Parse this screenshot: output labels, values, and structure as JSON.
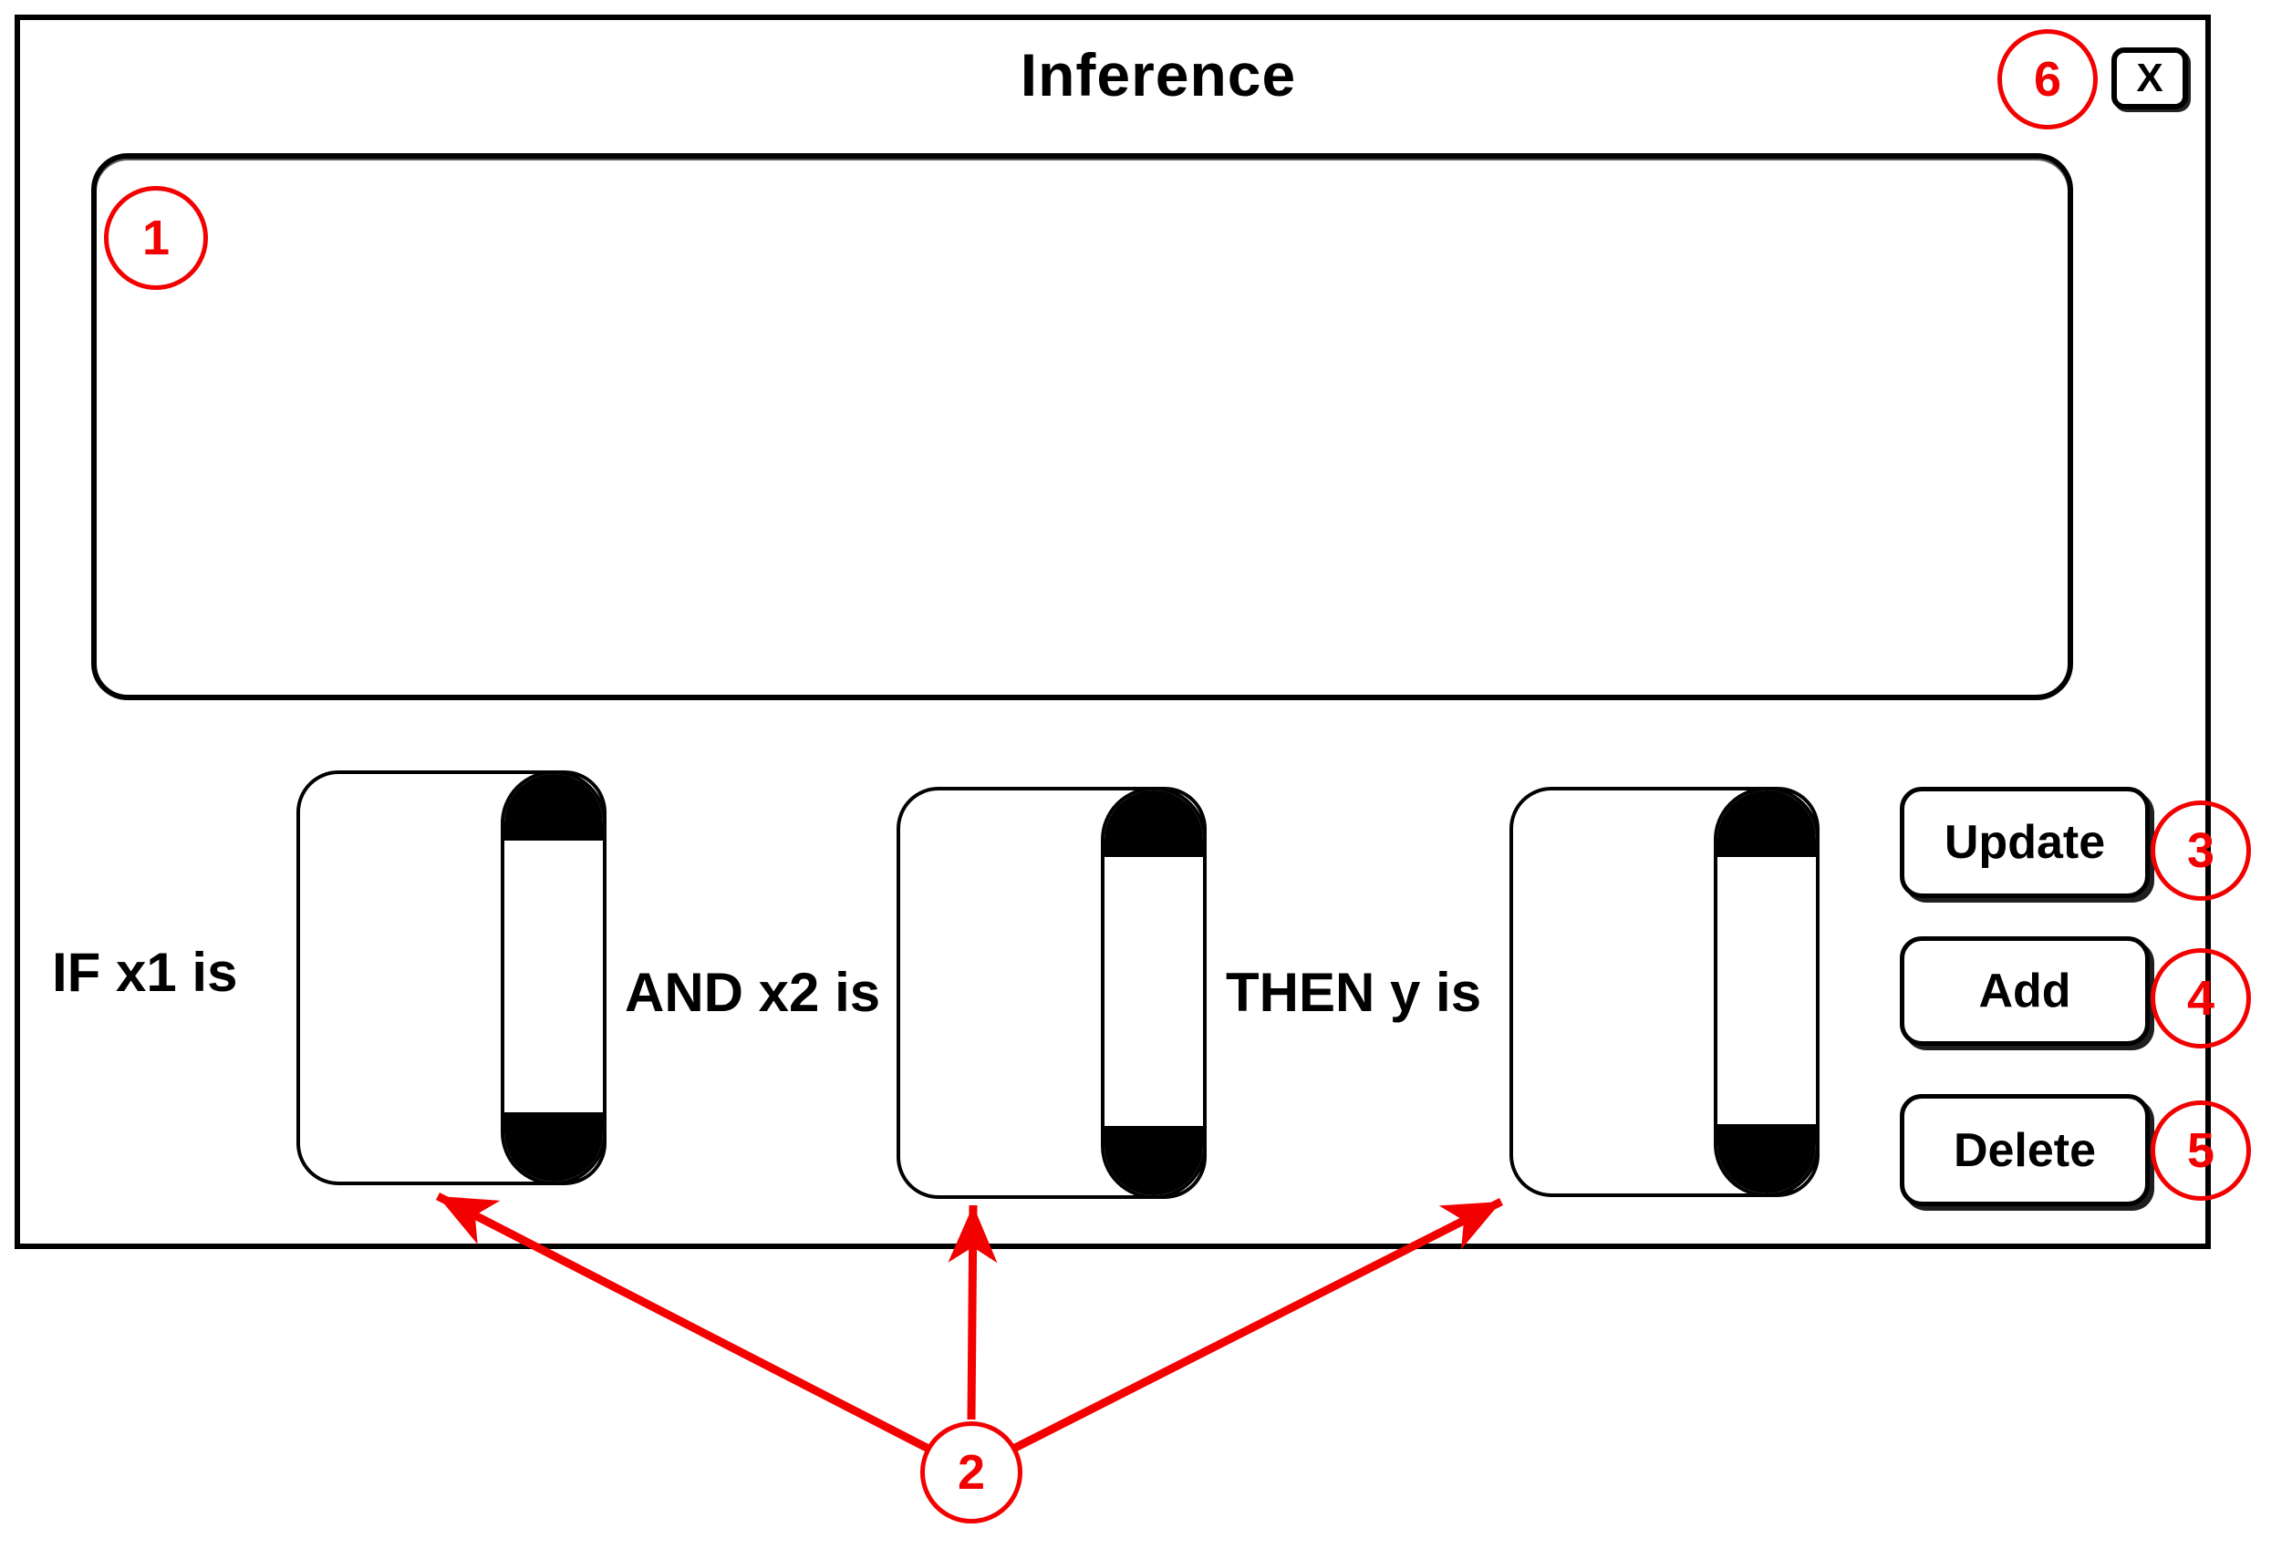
{
  "window": {
    "title": "Inference",
    "close_label": "X"
  },
  "rule_builder": {
    "if_label": "IF x1 is",
    "and_label": "AND x2 is",
    "then_label": "THEN y is"
  },
  "buttons": {
    "update": "Update",
    "add": "Add",
    "delete": "Delete"
  },
  "callouts": {
    "c1": "1",
    "c2": "2",
    "c3": "3",
    "c4": "4",
    "c5": "5",
    "c6": "6"
  },
  "colors": {
    "annotation_red": "#f30000",
    "outline_black": "#000000"
  }
}
